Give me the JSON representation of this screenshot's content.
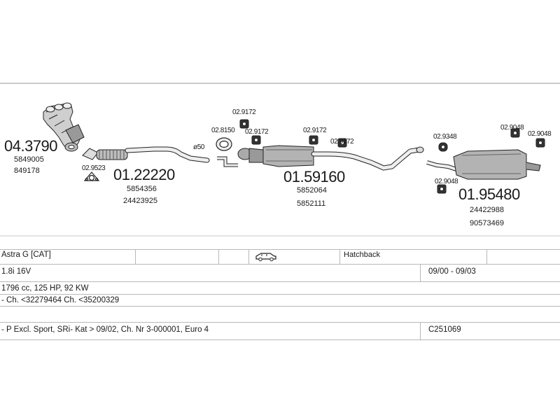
{
  "parts": {
    "manifold": {
      "code": "04.3790",
      "refs": [
        "5849005",
        "849178"
      ]
    },
    "gasket_a": {
      "code": "02.9523"
    },
    "front_pipe": {
      "code": "01.22220",
      "refs": [
        "5854356",
        "24423925"
      ]
    },
    "diameter": "ø50",
    "ring": {
      "code": "02.8150"
    },
    "hanger_1": {
      "code": "02.9172"
    },
    "hanger_2": {
      "code": "02.9172"
    },
    "hanger_3": {
      "code": "02.9172"
    },
    "hanger_4": {
      "code": "02.9172"
    },
    "middle": {
      "code": "01.59160",
      "refs": [
        "5852064",
        "5852111"
      ]
    },
    "hanger_5": {
      "code": "02.9348"
    },
    "hanger_6": {
      "code": "02.9048"
    },
    "hanger_7": {
      "code": "02.9048"
    },
    "hanger_8": {
      "code": "02.9048"
    },
    "rear": {
      "code": "01.95480",
      "refs": [
        "24422988",
        "90573469"
      ]
    }
  },
  "table": {
    "model": "Astra G  [CAT]",
    "body": "Hatchback",
    "engine": "1.8i 16V",
    "years": "09/00 - 09/03",
    "specs": "1796 cc, 125 HP, 92 KW",
    "chassis": "- Ch. <32279464  Ch. <35200329",
    "notes": "- P Excl. Sport, SRi- Kat > 09/02, Ch. Nr 3-000001, Euro 4",
    "ref": "C251069"
  }
}
